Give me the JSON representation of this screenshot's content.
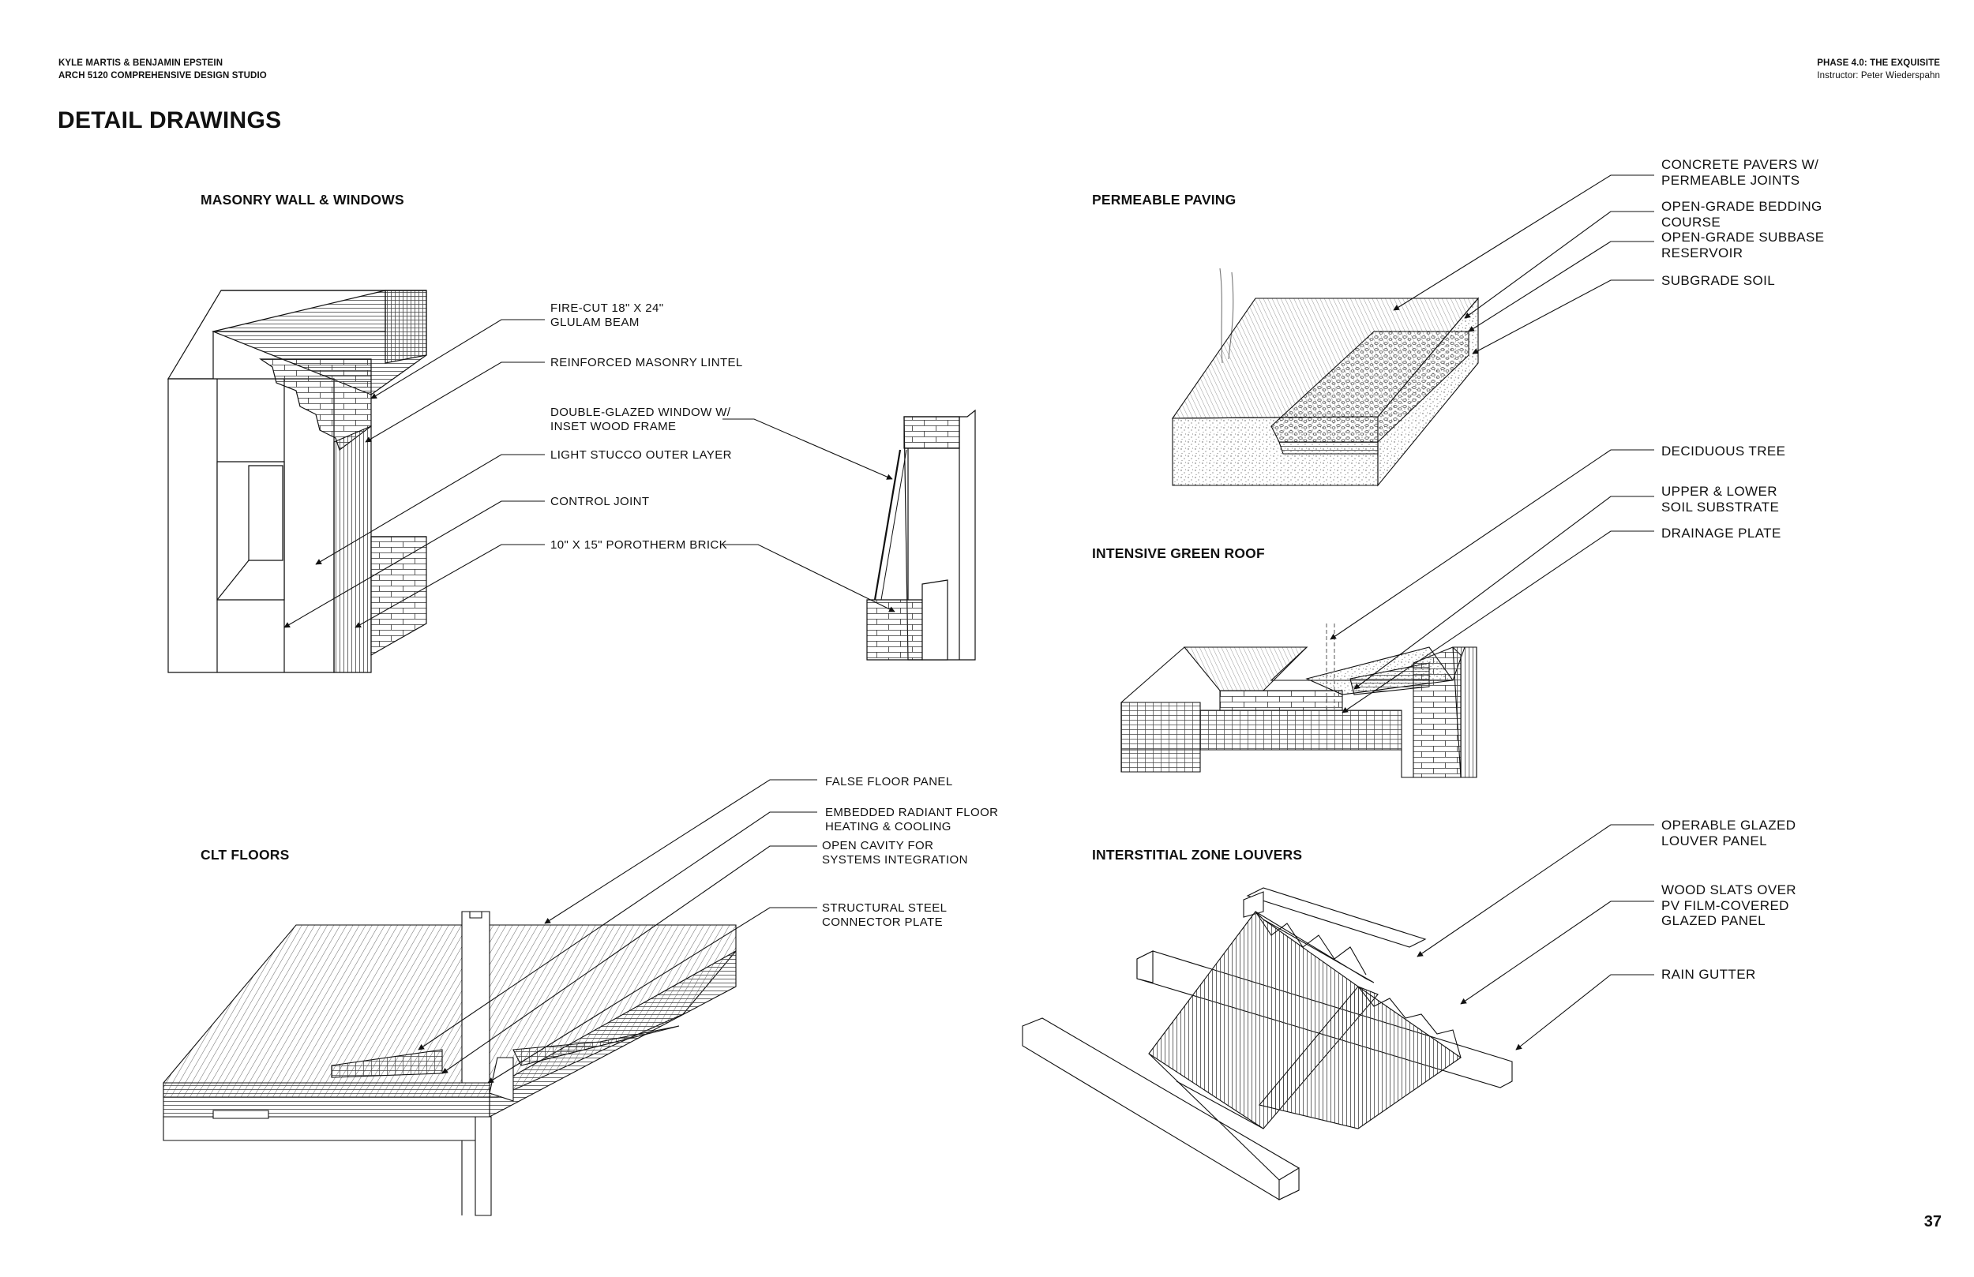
{
  "header": {
    "authors": "KYLE MARTIS & BENJAMIN EPSTEIN",
    "course": "ARCH 5120 COMPREHENSIVE DESIGN STUDIO",
    "phase": "PHASE 4.0: THE EXQUISITE",
    "instructor": "Instructor: Peter Wiederspahn"
  },
  "page_title": "DETAIL DRAWINGS",
  "page_number": "37",
  "sections": {
    "masonry": {
      "title": "MASONRY WALL & WINDOWS",
      "labels": [
        "FIRE-CUT 18\" X 24\"\nGLULAM BEAM",
        "REINFORCED MASONRY LINTEL",
        "DOUBLE-GLAZED WINDOW W/\nINSET WOOD FRAME",
        "LIGHT STUCCO OUTER LAYER",
        "CONTROL JOINT",
        "10\" X 15\" POROTHERM BRICK"
      ]
    },
    "paving": {
      "title": "PERMEABLE PAVING",
      "labels": [
        "CONCRETE PAVERS W/\nPERMEABLE JOINTS",
        "OPEN-GRADE BEDDING\nCOURSE",
        "OPEN-GRADE SUBBASE\nRESERVOIR",
        "SUBGRADE SOIL"
      ]
    },
    "green_roof": {
      "title": "INTENSIVE GREEN ROOF",
      "labels": [
        "DECIDUOUS TREE",
        "UPPER & LOWER\nSOIL SUBSTRATE",
        "DRAINAGE PLATE"
      ]
    },
    "clt": {
      "title": "CLT FLOORS",
      "labels": [
        "FALSE FLOOR PANEL",
        "EMBEDDED RADIANT FLOOR\nHEATING & COOLING",
        "OPEN CAVITY FOR\nSYSTEMS INTEGRATION",
        "STRUCTURAL STEEL\nCONNECTOR PLATE"
      ]
    },
    "louvers": {
      "title": "INTERSTITIAL ZONE LOUVERS",
      "labels": [
        "OPERABLE GLAZED\nLOUVER PANEL",
        "WOOD SLATS OVER\nPV FILM-COVERED\nGLAZED PANEL",
        "RAIN GUTTER"
      ]
    }
  },
  "colors": {
    "ink": "#111111",
    "hatch": "#555555",
    "light": "#888888"
  }
}
